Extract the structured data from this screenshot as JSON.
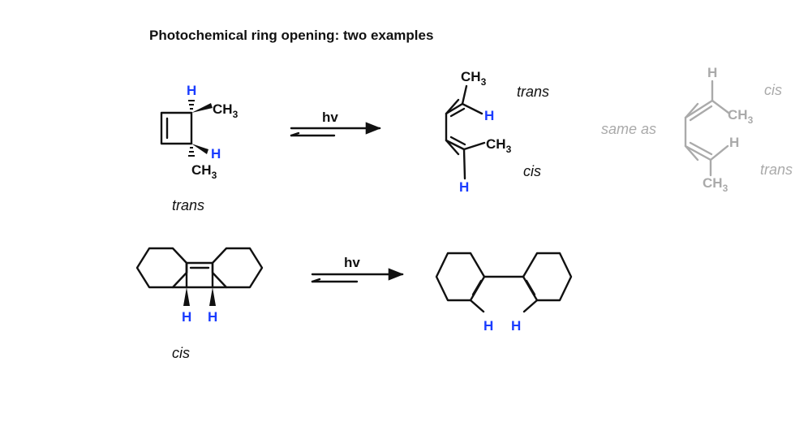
{
  "title": "Photochemical ring opening: two examples",
  "reaction1": {
    "reactant": {
      "h_top": "H",
      "ch3_top": "CH",
      "ch3_top_sub": "3",
      "h_right": "H",
      "ch3_bottom": "CH",
      "ch3_bottom_sub": "3",
      "label": "trans"
    },
    "conditions": "hv",
    "product": {
      "ch3_top": "CH",
      "ch3_top_sub": "3",
      "h_top": "H",
      "ch3_mid": "CH",
      "ch3_mid_sub": "3",
      "h_bottom": "H",
      "label_top": "trans",
      "label_bottom": "cis"
    },
    "equivalent": {
      "same_as": "same as",
      "h_top": "H",
      "ch3_top": "CH",
      "ch3_top_sub": "3",
      "h_mid": "H",
      "ch3_bottom": "CH",
      "ch3_bottom_sub": "3",
      "label_top": "cis",
      "label_bottom": "trans"
    }
  },
  "reaction2": {
    "reactant": {
      "h_left": "H",
      "h_right": "H",
      "label": "cis"
    },
    "conditions": "hv",
    "product": {
      "h_left": "H",
      "h_right": "H"
    }
  },
  "colors": {
    "hydrogen": "#1a3cff",
    "faded": "#aaaaaa",
    "text": "#111111"
  }
}
